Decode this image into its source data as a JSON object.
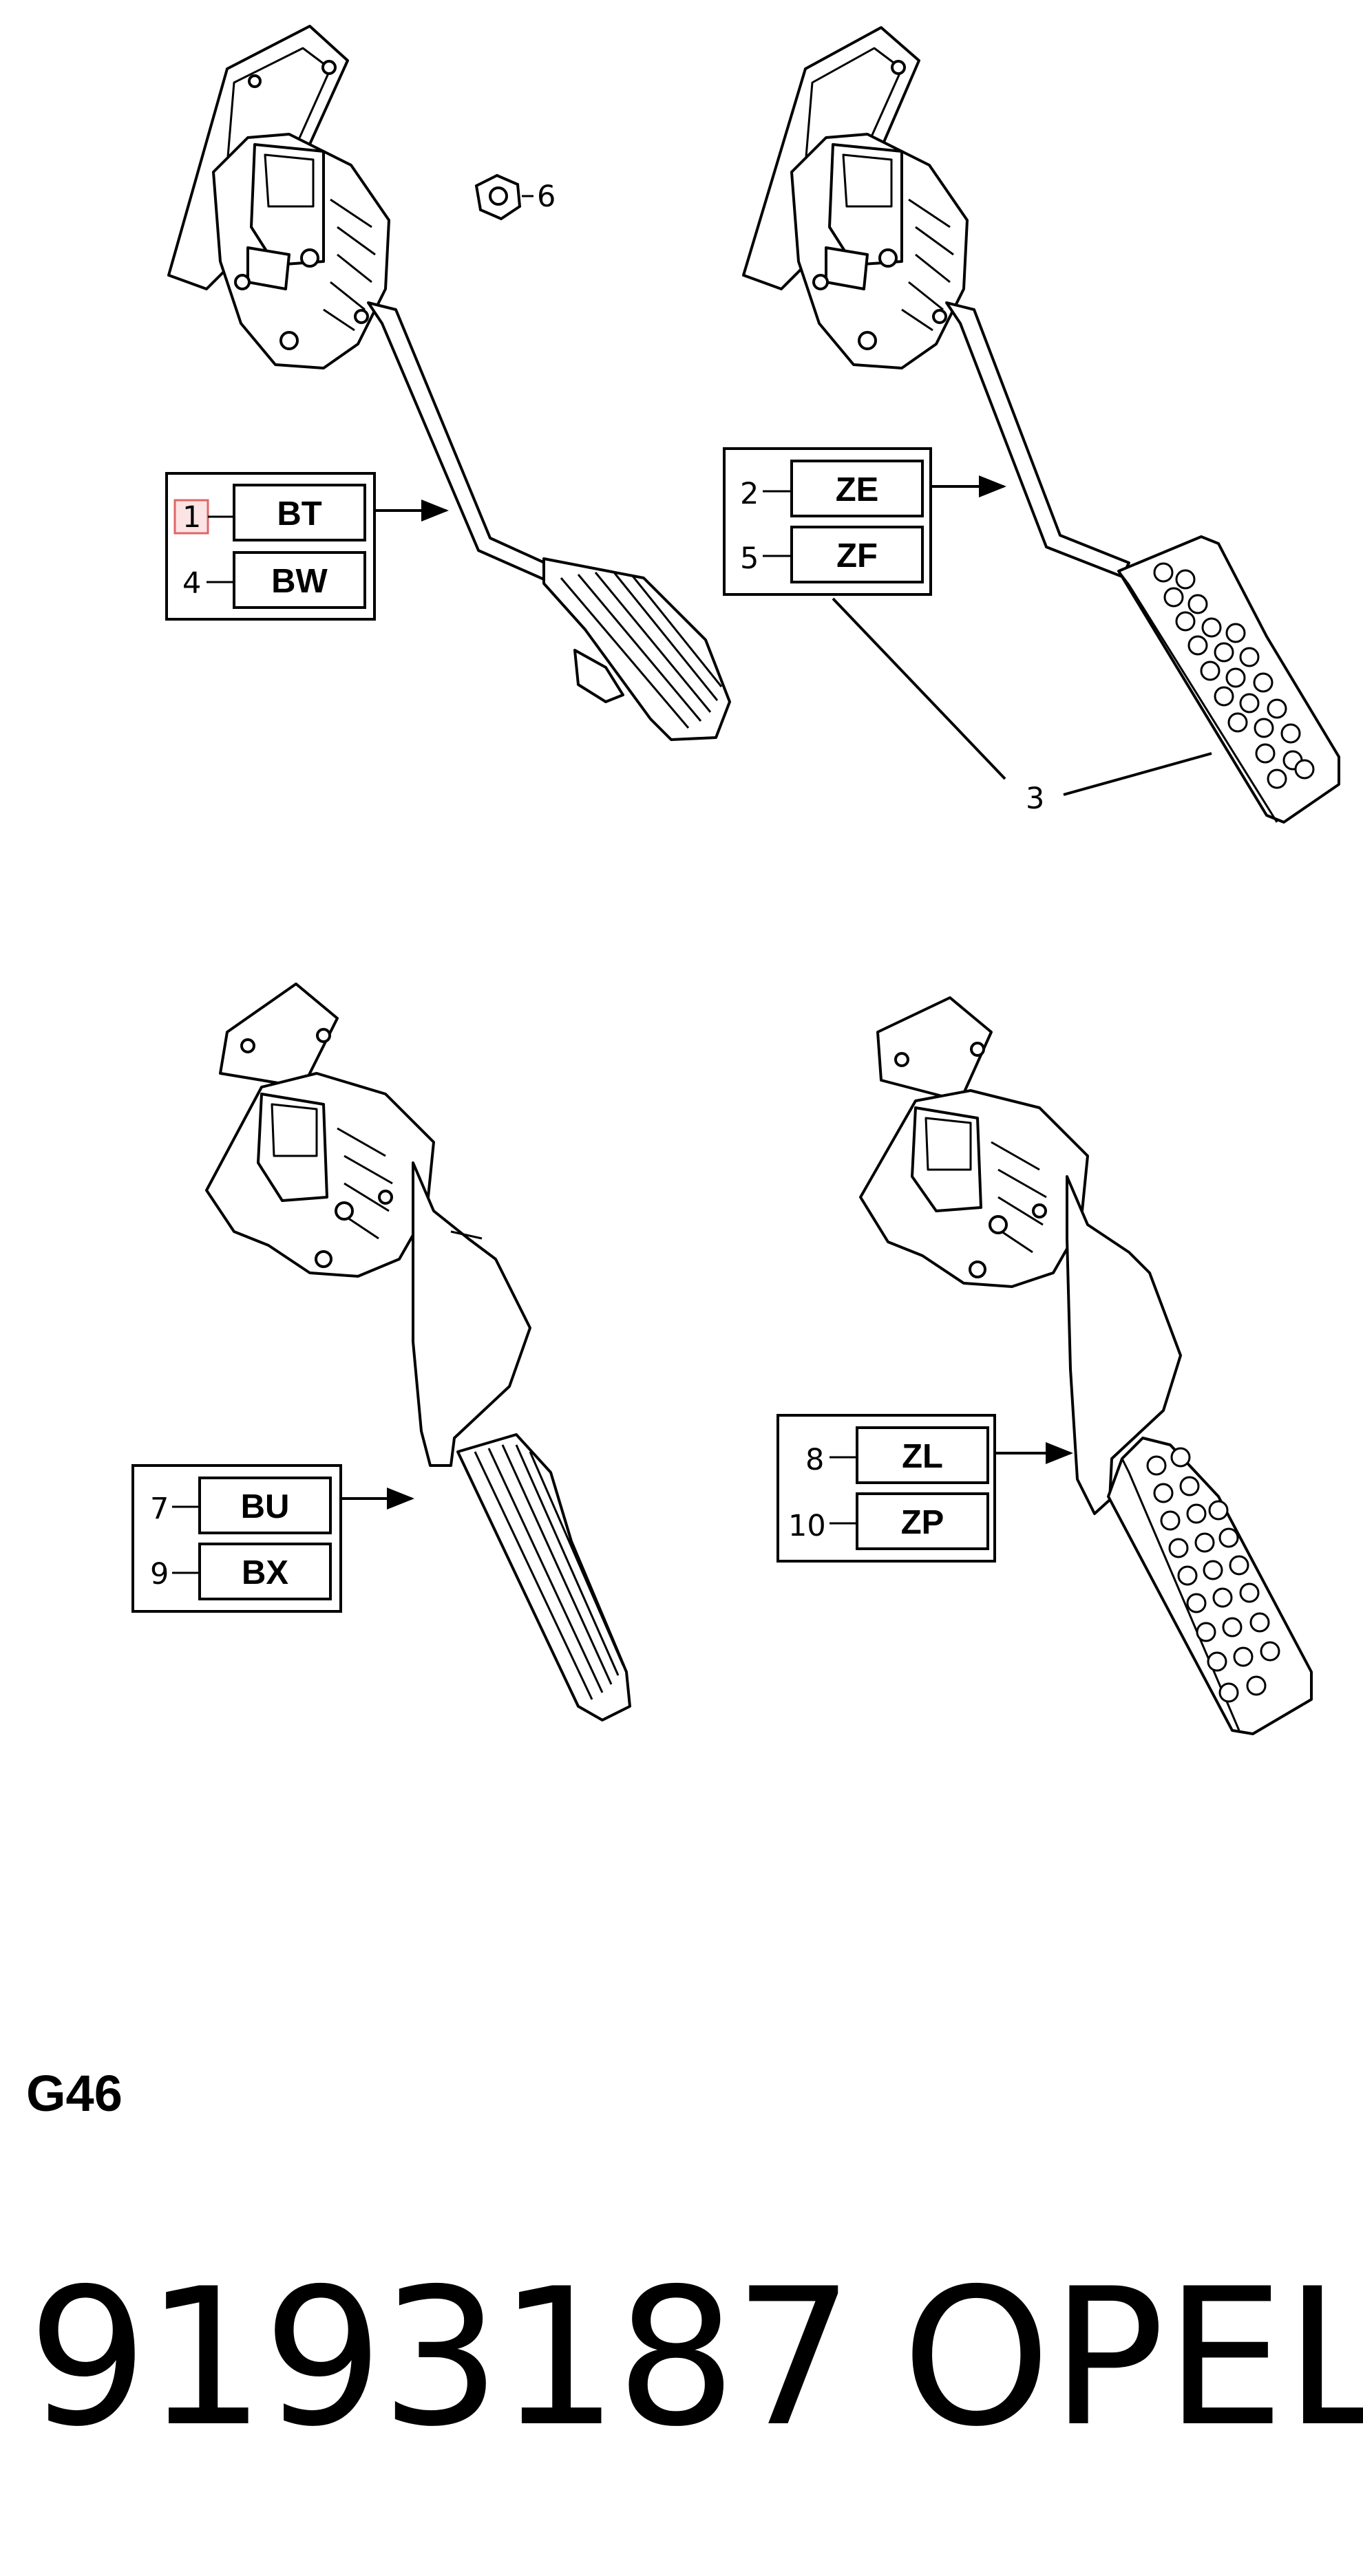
{
  "callouts": {
    "n1": "1",
    "n2": "2",
    "n3": "3",
    "n4": "4",
    "n5": "5",
    "n6": "6",
    "n7": "7",
    "n8": "8",
    "n9": "9",
    "n10": "10"
  },
  "codes": {
    "bt": "BT",
    "bw": "BW",
    "ze": "ZE",
    "zf": "ZF",
    "bu": "BU",
    "bx": "BX",
    "zl": "ZL",
    "zp": "ZP"
  },
  "section_code": "G46",
  "part_number": "9193187",
  "brand": "OPEL",
  "colors": {
    "line": "#000000",
    "highlight_fill": "#fde4e4",
    "highlight_stroke": "#e06666"
  }
}
